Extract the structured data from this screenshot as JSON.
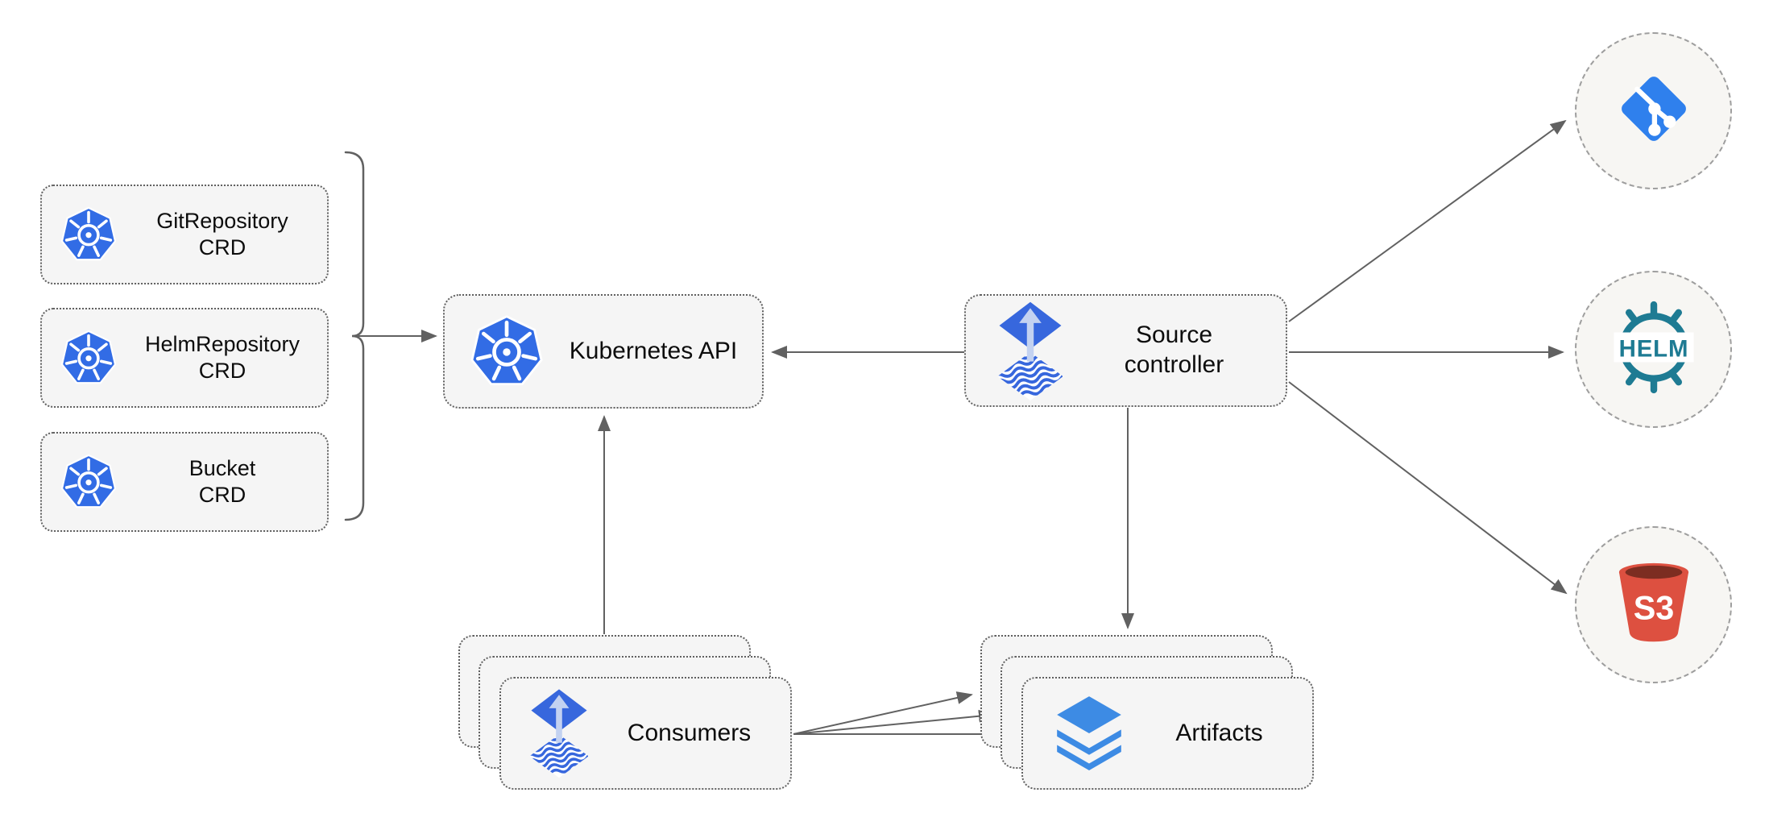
{
  "diagram": {
    "crd_boxes": [
      {
        "id": "gitrepository-crd",
        "lines": [
          "GitRepository",
          "CRD"
        ],
        "icon": "kubernetes"
      },
      {
        "id": "helmrepository-crd",
        "lines": [
          "HelmRepository",
          "CRD"
        ],
        "icon": "kubernetes"
      },
      {
        "id": "bucket-crd",
        "lines": [
          "Bucket",
          "CRD"
        ],
        "icon": "kubernetes"
      }
    ],
    "kubernetes_api": {
      "label": "Kubernetes API",
      "icon": "kubernetes"
    },
    "source_controller": {
      "lines": [
        "Source",
        "controller"
      ],
      "icon": "flux"
    },
    "consumers": {
      "label": "Consumers",
      "icon": "flux",
      "stacked": true
    },
    "artifacts": {
      "label": "Artifacts",
      "icon": "layers",
      "stacked": true
    },
    "external_sources": {
      "git": {
        "icon": "git-branch"
      },
      "helm": {
        "icon": "helm-wheel",
        "icon_label": "HELM"
      },
      "s3": {
        "icon": "s3-bucket",
        "icon_label": "S3"
      }
    },
    "colors": {
      "node_fill": "#f5f5f5",
      "node_border": "#606060",
      "circle_fill": "#f7f6f3",
      "circle_border": "#9e9e9e",
      "connector": "#616161",
      "text": "#0d0d0d",
      "kubernetes_blue": "#326ce5",
      "flux_blue": "#3767dd",
      "flux_arrow_light": "#c3d2f1",
      "git_blue": "#2f80ed",
      "helm_teal": "#1e7b93",
      "s3_red": "#dd5040",
      "s3_dark_red": "#7c2d21",
      "layers_blue": "#3d8be4"
    }
  }
}
